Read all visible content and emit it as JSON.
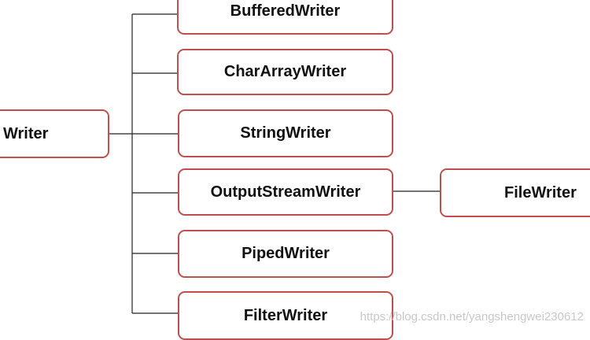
{
  "diagram": {
    "root": {
      "label": "Writer"
    },
    "children": [
      {
        "label": "BufferedWriter"
      },
      {
        "label": "CharArrayWriter"
      },
      {
        "label": "StringWriter"
      },
      {
        "label": "OutputStreamWriter"
      },
      {
        "label": "PipedWriter"
      },
      {
        "label": "FilterWriter"
      }
    ],
    "grandchild": {
      "label": "FileWriter"
    },
    "colors": {
      "node_border": "#c0504d",
      "connector": "#222222",
      "text": "#111111"
    }
  },
  "watermark": {
    "text": "https://blog.csdn.net/yangshengwei230612"
  }
}
